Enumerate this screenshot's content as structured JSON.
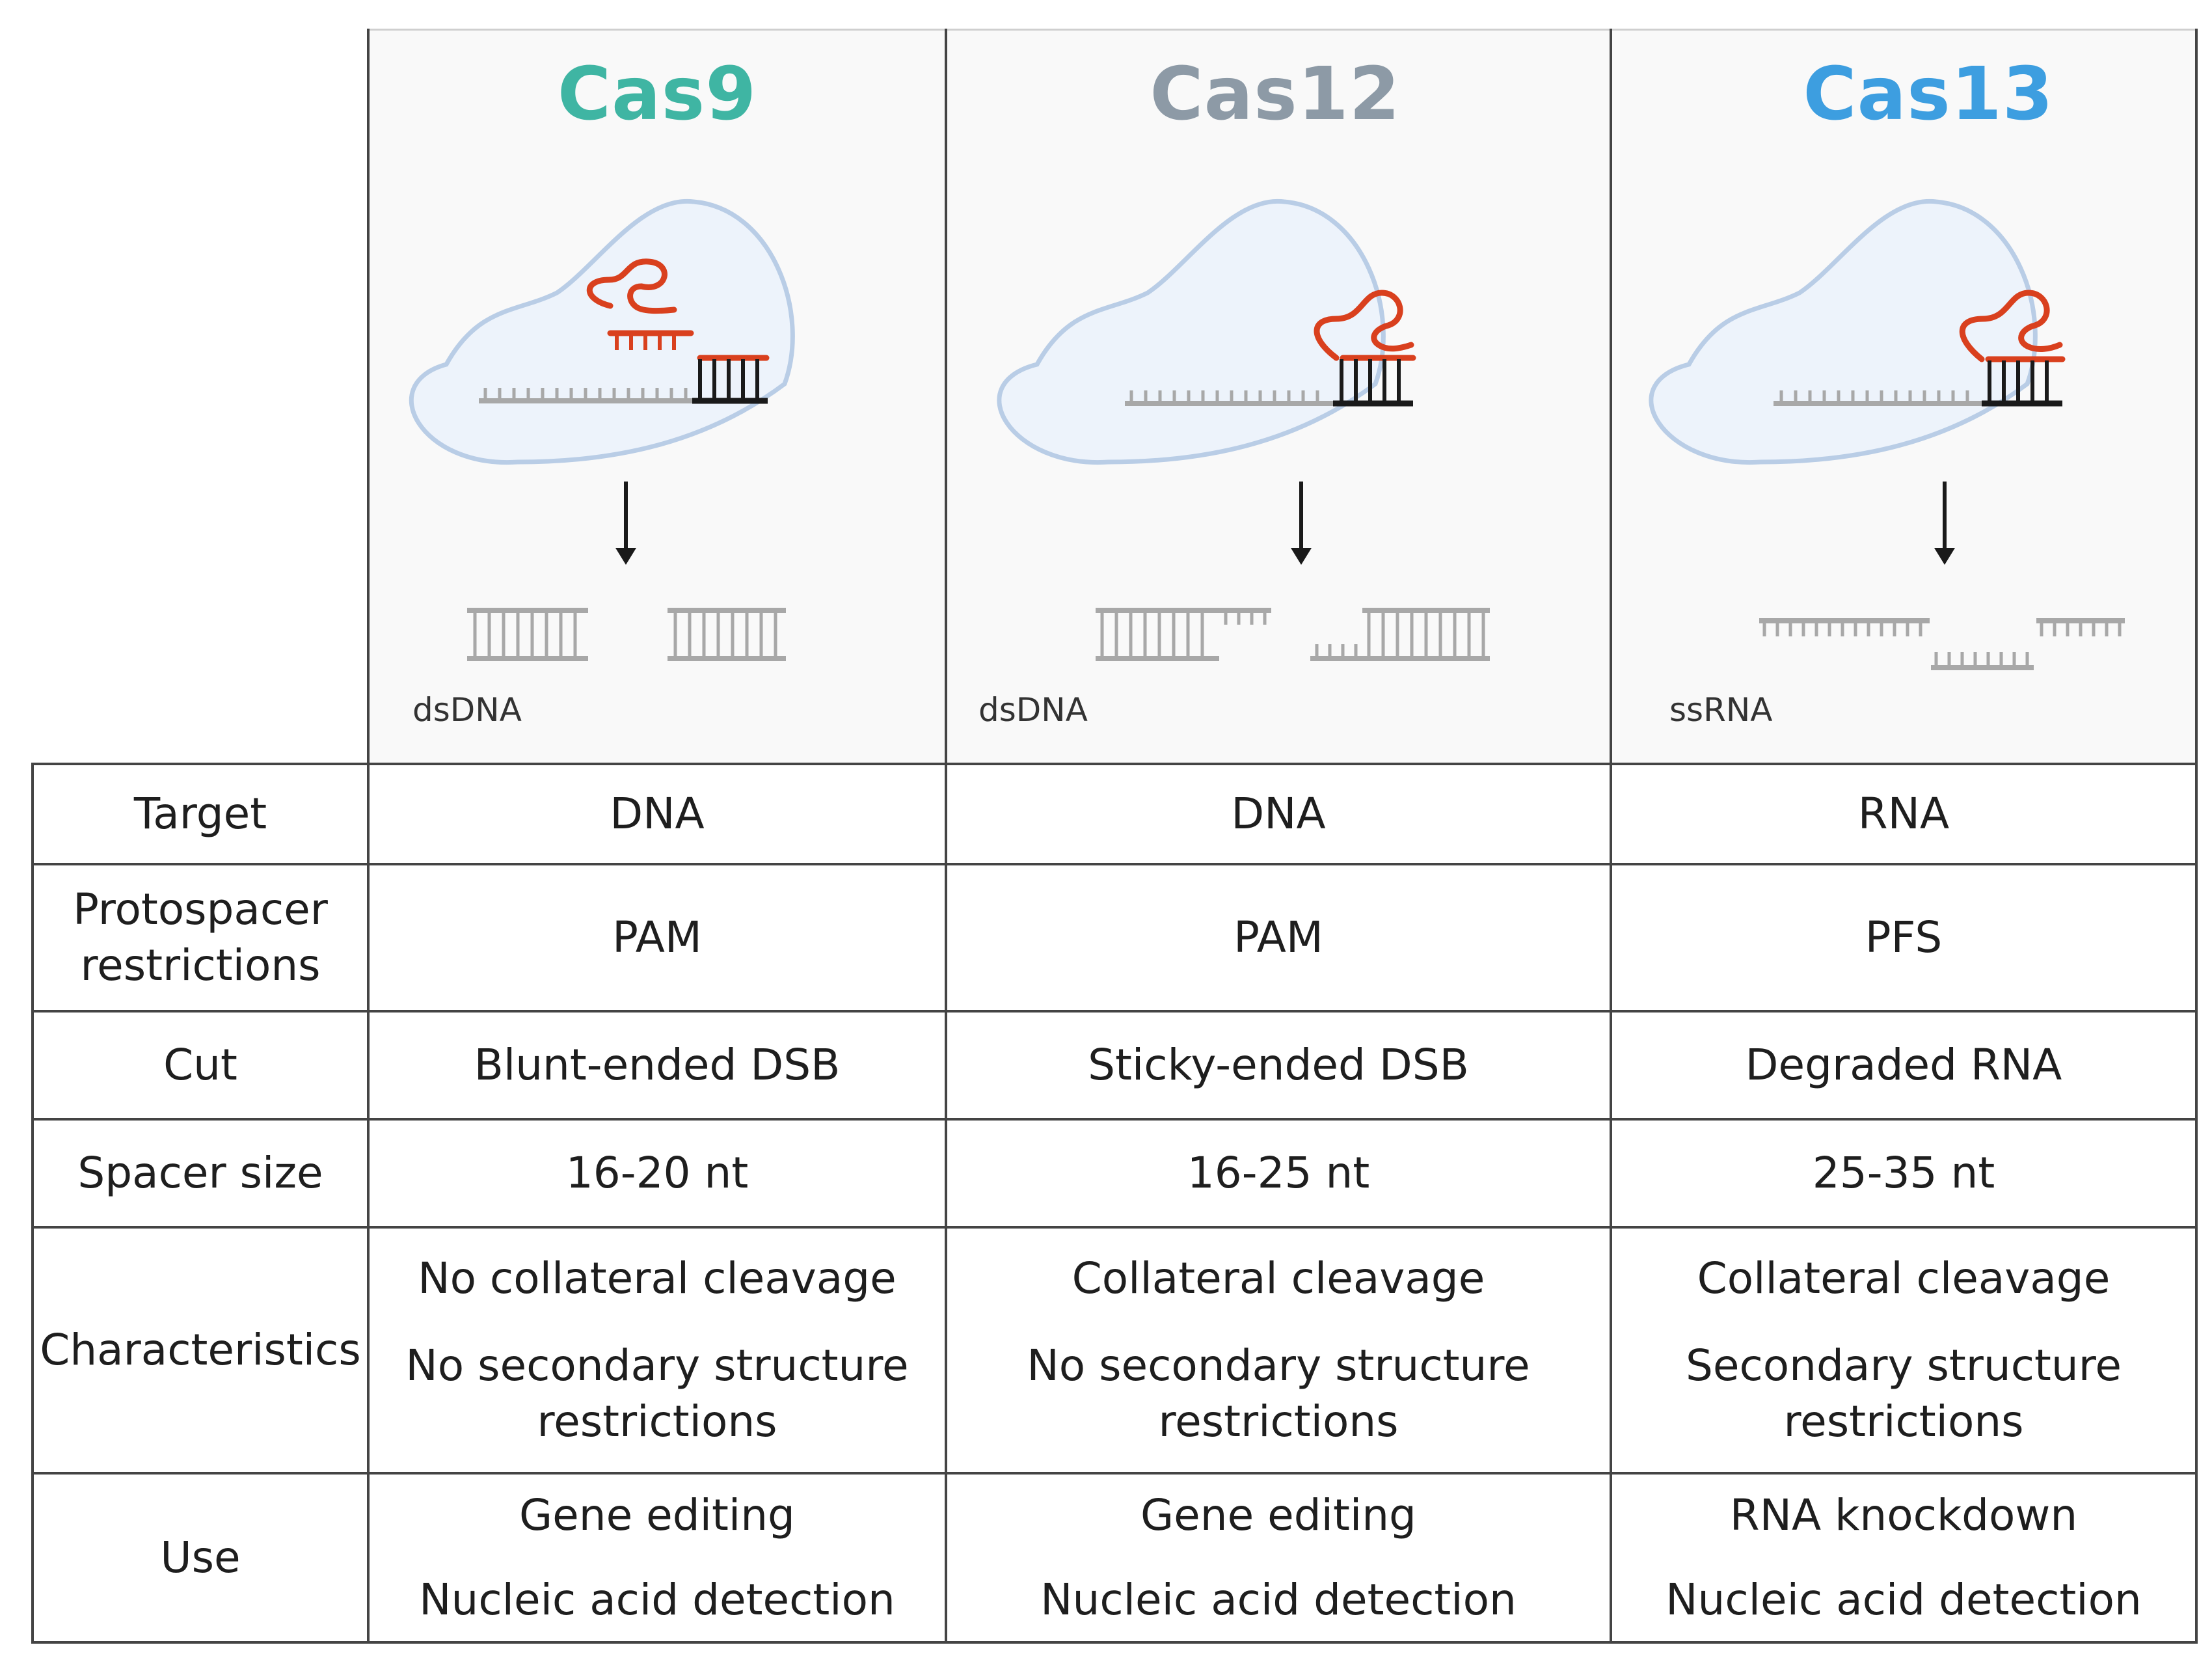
{
  "columns": [
    {
      "id": "cas9",
      "title": "Cas9",
      "color": "#3fb5a3",
      "molecule": "dsDNA"
    },
    {
      "id": "cas12",
      "title": "Cas12",
      "color": "#8d9aa6",
      "molecule": "dsDNA"
    },
    {
      "id": "cas13",
      "title": "Cas13",
      "color": "#3d9ee0",
      "molecule": "ssRNA"
    }
  ],
  "rows": [
    {
      "label": [
        "Target"
      ],
      "cells": [
        [
          "DNA"
        ],
        [
          "DNA"
        ],
        [
          "RNA"
        ]
      ]
    },
    {
      "label": [
        "Protospacer",
        "restrictions"
      ],
      "cells": [
        [
          "PAM"
        ],
        [
          "PAM"
        ],
        [
          "PFS"
        ]
      ]
    },
    {
      "label": [
        "Cut"
      ],
      "cells": [
        [
          "Blunt-ended DSB"
        ],
        [
          "Sticky-ended DSB"
        ],
        [
          "Degraded RNA"
        ]
      ]
    },
    {
      "label": [
        "Spacer size"
      ],
      "cells": [
        [
          "16-20 nt"
        ],
        [
          "16-25 nt"
        ],
        [
          "25-35 nt"
        ]
      ]
    },
    {
      "label": [
        "Characteristics"
      ],
      "cells": [
        [
          "No collateral cleavage",
          "No secondary structure",
          "restrictions"
        ],
        [
          "Collateral cleavage",
          "No secondary structure",
          "restrictions"
        ],
        [
          "Collateral cleavage",
          "Secondary structure",
          "restrictions"
        ]
      ]
    },
    {
      "label": [
        "Use"
      ],
      "cells": [
        [
          "Gene editing",
          "Nucleic acid detection"
        ],
        [
          "Gene editing",
          "Nucleic acid detection"
        ],
        [
          "RNA knockdown",
          "Nucleic acid detection"
        ]
      ]
    }
  ],
  "colors": {
    "guide_rna": "#d9401e",
    "protein_fill": "#edf3fb",
    "protein_stroke": "#b9cde6",
    "strand": "#a8a8a8",
    "target": "#1a1a1a"
  }
}
